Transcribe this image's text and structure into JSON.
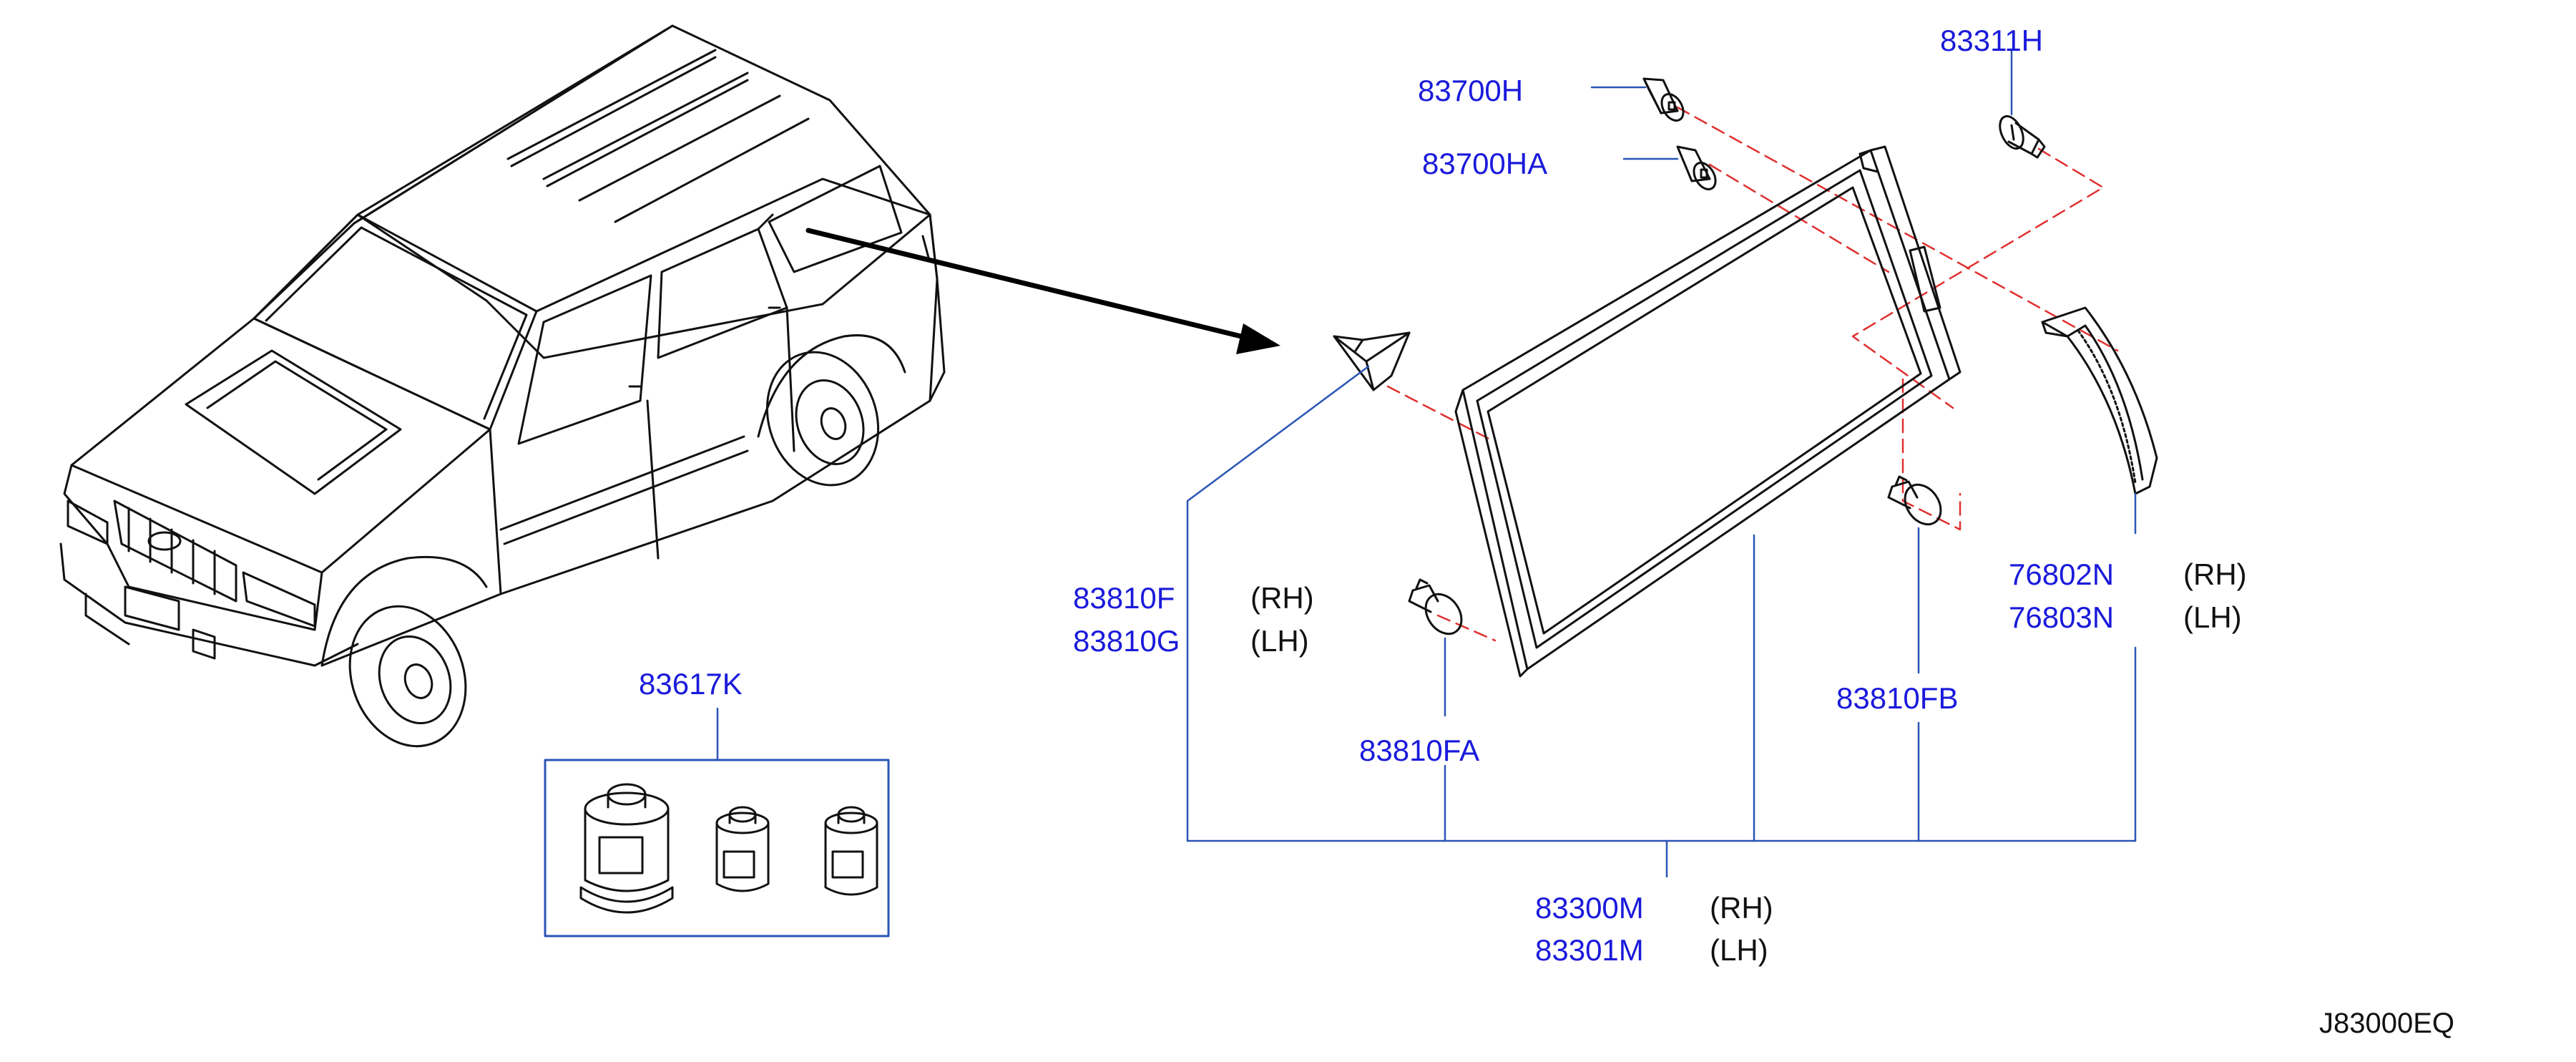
{
  "diagram": {
    "code": "J83000EQ",
    "colors": {
      "callout": "#1a1adb",
      "leader": "#2a55b5",
      "dashed": "#e03030",
      "ink": "#111111"
    },
    "callouts": {
      "p83700H": "83700H",
      "p83700HA": "83700HA",
      "p83311H": "83311H",
      "p83810F": "83810F",
      "p83810F_side": "(RH)",
      "p83810G": "83810G",
      "p83810G_side": "(LH)",
      "p83810FA": "83810FA",
      "p83810FB": "83810FB",
      "p76802N": "76802N",
      "p76802N_side": "(RH)",
      "p76803N": "76803N",
      "p76803N_side": "(LH)",
      "p83300M": "83300M",
      "p83300M_side": "(RH)",
      "p83301M": "83301M",
      "p83301M_side": "(LH)",
      "p83617K": "83617K"
    }
  }
}
